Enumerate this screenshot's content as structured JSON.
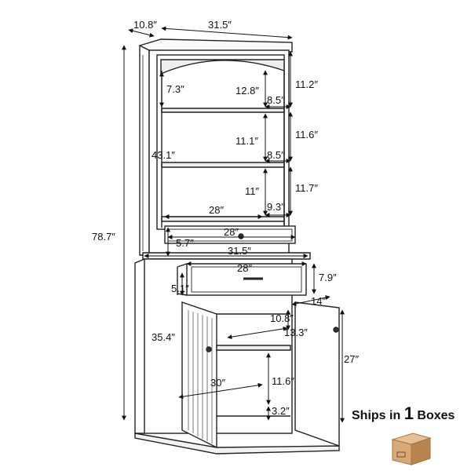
{
  "dimensions": {
    "depth_top": "10.8″",
    "width_top": "31.5″",
    "height_total": "78.7″",
    "height_upper": "43.1″",
    "height_lower": "35.4″",
    "shelf1_gap": "7.3″",
    "shelf1_height": "12.8″",
    "shelf1_depth": "8.5″",
    "crown_height": "11.2″",
    "shelf2_height": "11.1″",
    "shelf2_depth": "8.5″",
    "shelf2_outer": "11.6″",
    "shelf3_height": "11″",
    "shelf3_depth": "9.3″",
    "shelf3_outer": "11.7″",
    "shelf_width": "28″",
    "upper_drawer_width": "28″",
    "upper_drawer_height": "5.7″",
    "counter_width": "31.5″",
    "lower_drawer_width": "28″",
    "lower_drawer_height": "7.9″",
    "lower_drawer_gap": "5.1″",
    "lower_depth": "14″",
    "cabinet_shelf_height": "10.8″",
    "cabinet_depth": "13.3″",
    "cabinet_height": "27″",
    "cabinet_width": "30″",
    "cabinet_lower_height": "11.6″",
    "base_height": "3.2″"
  },
  "shipping": {
    "prefix": "Ships in",
    "count": "1",
    "suffix": "Boxes"
  },
  "icons": {
    "box": "shipping-box-icon"
  },
  "colors": {
    "line": "#222222",
    "box_main": "#d9a878",
    "box_dark": "#b8834f"
  }
}
